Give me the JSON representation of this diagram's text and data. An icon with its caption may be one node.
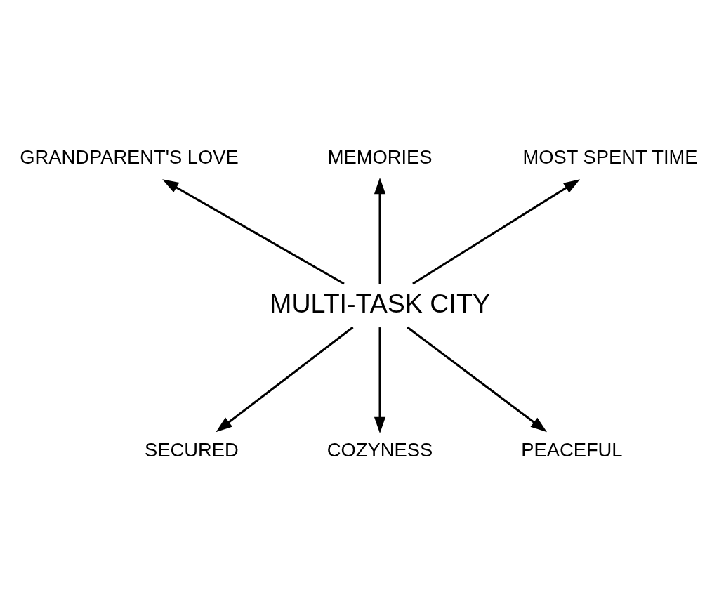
{
  "diagram": {
    "nodes": [
      {
        "text": [
          "MEMORIES"
        ]
      },
      {
        "text": [
          "MOST SPENT TIME"
        ]
      },
      {
        "text": [
          "GRANDPARENT'S LOVE"
        ]
      },
      {
        "text": [
          "MULTI-TASK CITY"
        ]
      },
      {
        "text": [
          "PEACEFUL"
        ]
      },
      {
        "text": [
          "SECURED"
        ]
      },
      {
        "text": [
          "COZYNESS"
        ]
      }
    ],
    "edges": [
      {
        "from": 3,
        "to": 0,
        "arrow": "to"
      },
      {
        "from": 3,
        "to": 1,
        "arrow": "to"
      },
      {
        "from": 3,
        "to": 2,
        "arrow": "to"
      },
      {
        "from": 3,
        "to": 4,
        "arrow": "to"
      },
      {
        "from": 3,
        "to": 5,
        "arrow": "to"
      },
      {
        "from": 3,
        "to": 6,
        "arrow": "to"
      }
    ]
  }
}
